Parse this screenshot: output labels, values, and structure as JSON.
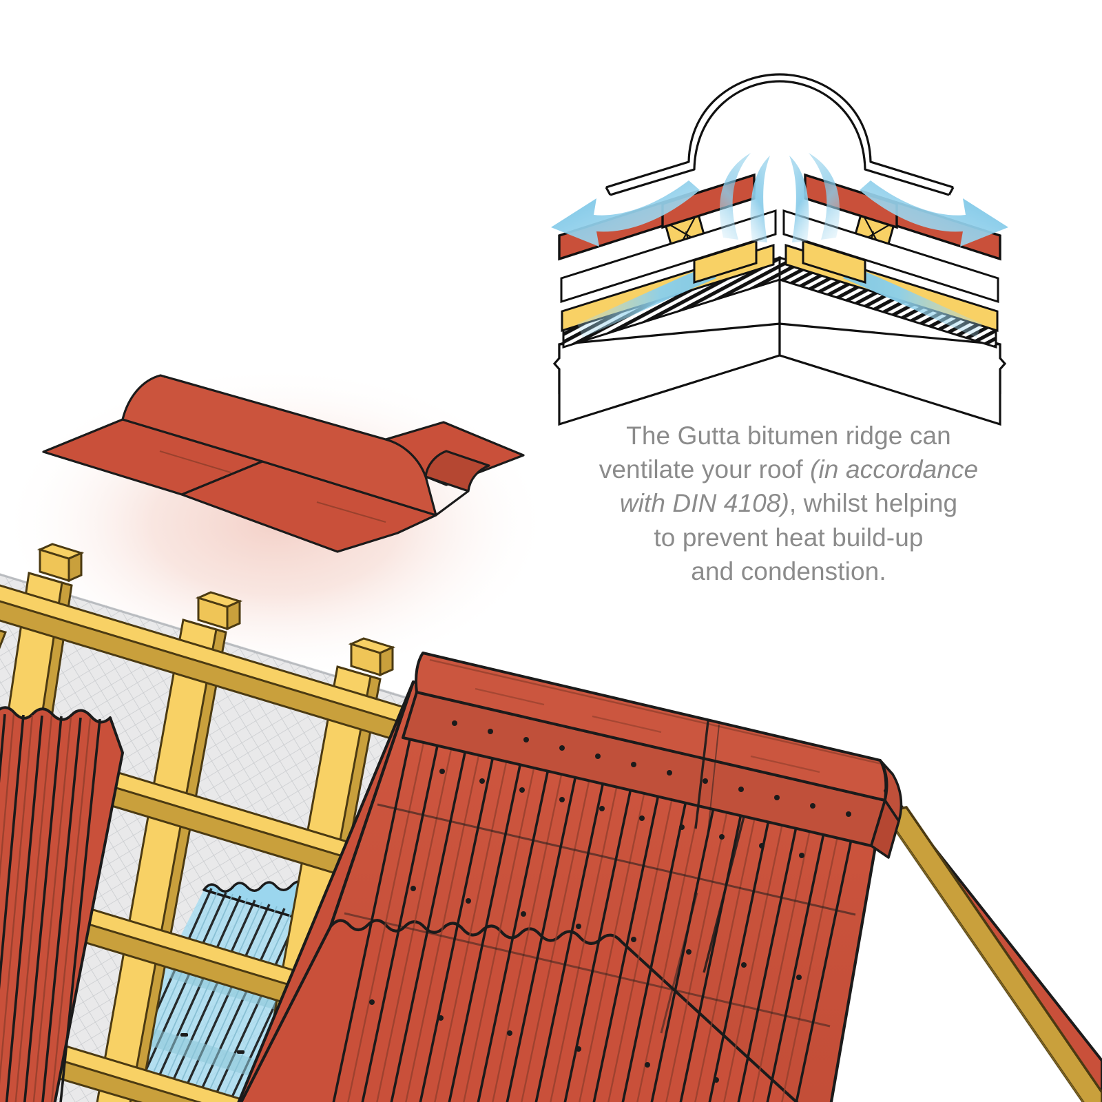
{
  "illustration": {
    "title": "Gutta bitumen ridge roof ventilation illustration",
    "background_color": "#ffffff"
  },
  "caption": {
    "line1": "The Gutta bitumen ridge can",
    "line2_a": "ventilate your roof ",
    "line2_em": "(in accordance",
    "line3_em": "with DIN 4108)",
    "line3_b": ", whilst helping",
    "line4": "to prevent heat build-up",
    "line5": "and condenstion.",
    "text_color": "#8b8b8b",
    "full_text": "The Gutta bitumen ridge can ventilate your roof (in accordance with DIN 4108), whilst helping to prevent heat build-up and condenstion."
  },
  "palette": {
    "bitumen_red": "#C9503A",
    "bitumen_red_dark": "#B54732",
    "bitumen_red_light": "#D25B44",
    "ridge_red_face": "#C45239",
    "wood_gold_top": "#F7CF5E",
    "wood_gold_side": "#C9A03C",
    "wood_gold_dark": "#B8923A",
    "underlay_grey": "#E9E9EA",
    "underlay_grid": "#C9CBCE",
    "light_panel_blue": "#A9DCF1",
    "airflow_blue": "#7EC8E8",
    "airflow_blue_pale": "#BFE4F4",
    "outline_black": "#1b1b1b",
    "glow_pink": "#F6DED8"
  },
  "cross_section": {
    "name": "ridge-ventilation-cross-section",
    "parts": [
      {
        "id": "ridge-cap-profile",
        "label": "Bitumen ridge cap profile",
        "color": "#ffffff"
      },
      {
        "id": "bitumen-sheet-left",
        "label": "Bitumen corrugated sheet (left slope)",
        "color": "#C9503A"
      },
      {
        "id": "bitumen-sheet-right",
        "label": "Bitumen corrugated sheet (right slope)",
        "color": "#C9503A"
      },
      {
        "id": "counter-batten-left",
        "label": "Counter batten / ventilation block",
        "color": "#F7CF5E"
      },
      {
        "id": "counter-batten-right",
        "label": "Counter batten / ventilation block",
        "color": "#F7CF5E"
      },
      {
        "id": "rafter-left",
        "label": "Rafter",
        "color": "#F7CF5E"
      },
      {
        "id": "rafter-right",
        "label": "Rafter",
        "color": "#F7CF5E"
      },
      {
        "id": "insulation-left",
        "label": "Insulation layer (hatched)",
        "color": "#ffffff"
      },
      {
        "id": "insulation-right",
        "label": "Insulation layer (hatched)",
        "color": "#ffffff"
      },
      {
        "id": "ceiling-left",
        "label": "Ceiling board",
        "color": "#ffffff"
      },
      {
        "id": "ceiling-right",
        "label": "Ceiling board",
        "color": "#ffffff"
      }
    ],
    "airflow_arrows": [
      {
        "id": "airflow-out-left",
        "direction": "out-left",
        "color": "#7EC8E8"
      },
      {
        "id": "airflow-out-right",
        "direction": "out-right",
        "color": "#7EC8E8"
      },
      {
        "id": "airflow-up-left",
        "direction": "up-through-ridge",
        "color": "#7EC8E8"
      },
      {
        "id": "airflow-up-right",
        "direction": "up-through-ridge",
        "color": "#7EC8E8"
      },
      {
        "id": "airflow-under-left",
        "direction": "along-rafter-left",
        "color": "#8FD0EA"
      },
      {
        "id": "airflow-under-right",
        "direction": "along-rafter-right",
        "color": "#8FD0EA"
      }
    ]
  },
  "product": {
    "name": "bitumen-ridge-piece",
    "label": "Gutta bitumen ridge piece",
    "color": "#C9503A",
    "glow_color": "#F6DED8"
  },
  "roof_scene": {
    "name": "roof-construction-cutaway",
    "layers": [
      {
        "id": "underlayment",
        "label": "Underlayment membrane with grid",
        "color": "#E9E9EA"
      },
      {
        "id": "battens",
        "label": "Timber battens",
        "color": "#F7CF5E"
      },
      {
        "id": "counter-battens",
        "label": "Counter battens",
        "color": "#F7CF5E"
      },
      {
        "id": "batten-clips",
        "label": "Ridge batten clips",
        "color": "#F0C758"
      },
      {
        "id": "bitumen-sheets",
        "label": "Corrugated bitumen roof sheets",
        "color": "#C9503A"
      },
      {
        "id": "light-panel",
        "label": "Translucent blue light panel",
        "color": "#A9DCF1"
      },
      {
        "id": "ridge-cap",
        "label": "Bitumen ridge cap along the ridge",
        "color": "#C45239"
      },
      {
        "id": "bargeboard",
        "label": "Timber bargeboard / verge trim",
        "color": "#C9A03C"
      }
    ]
  }
}
